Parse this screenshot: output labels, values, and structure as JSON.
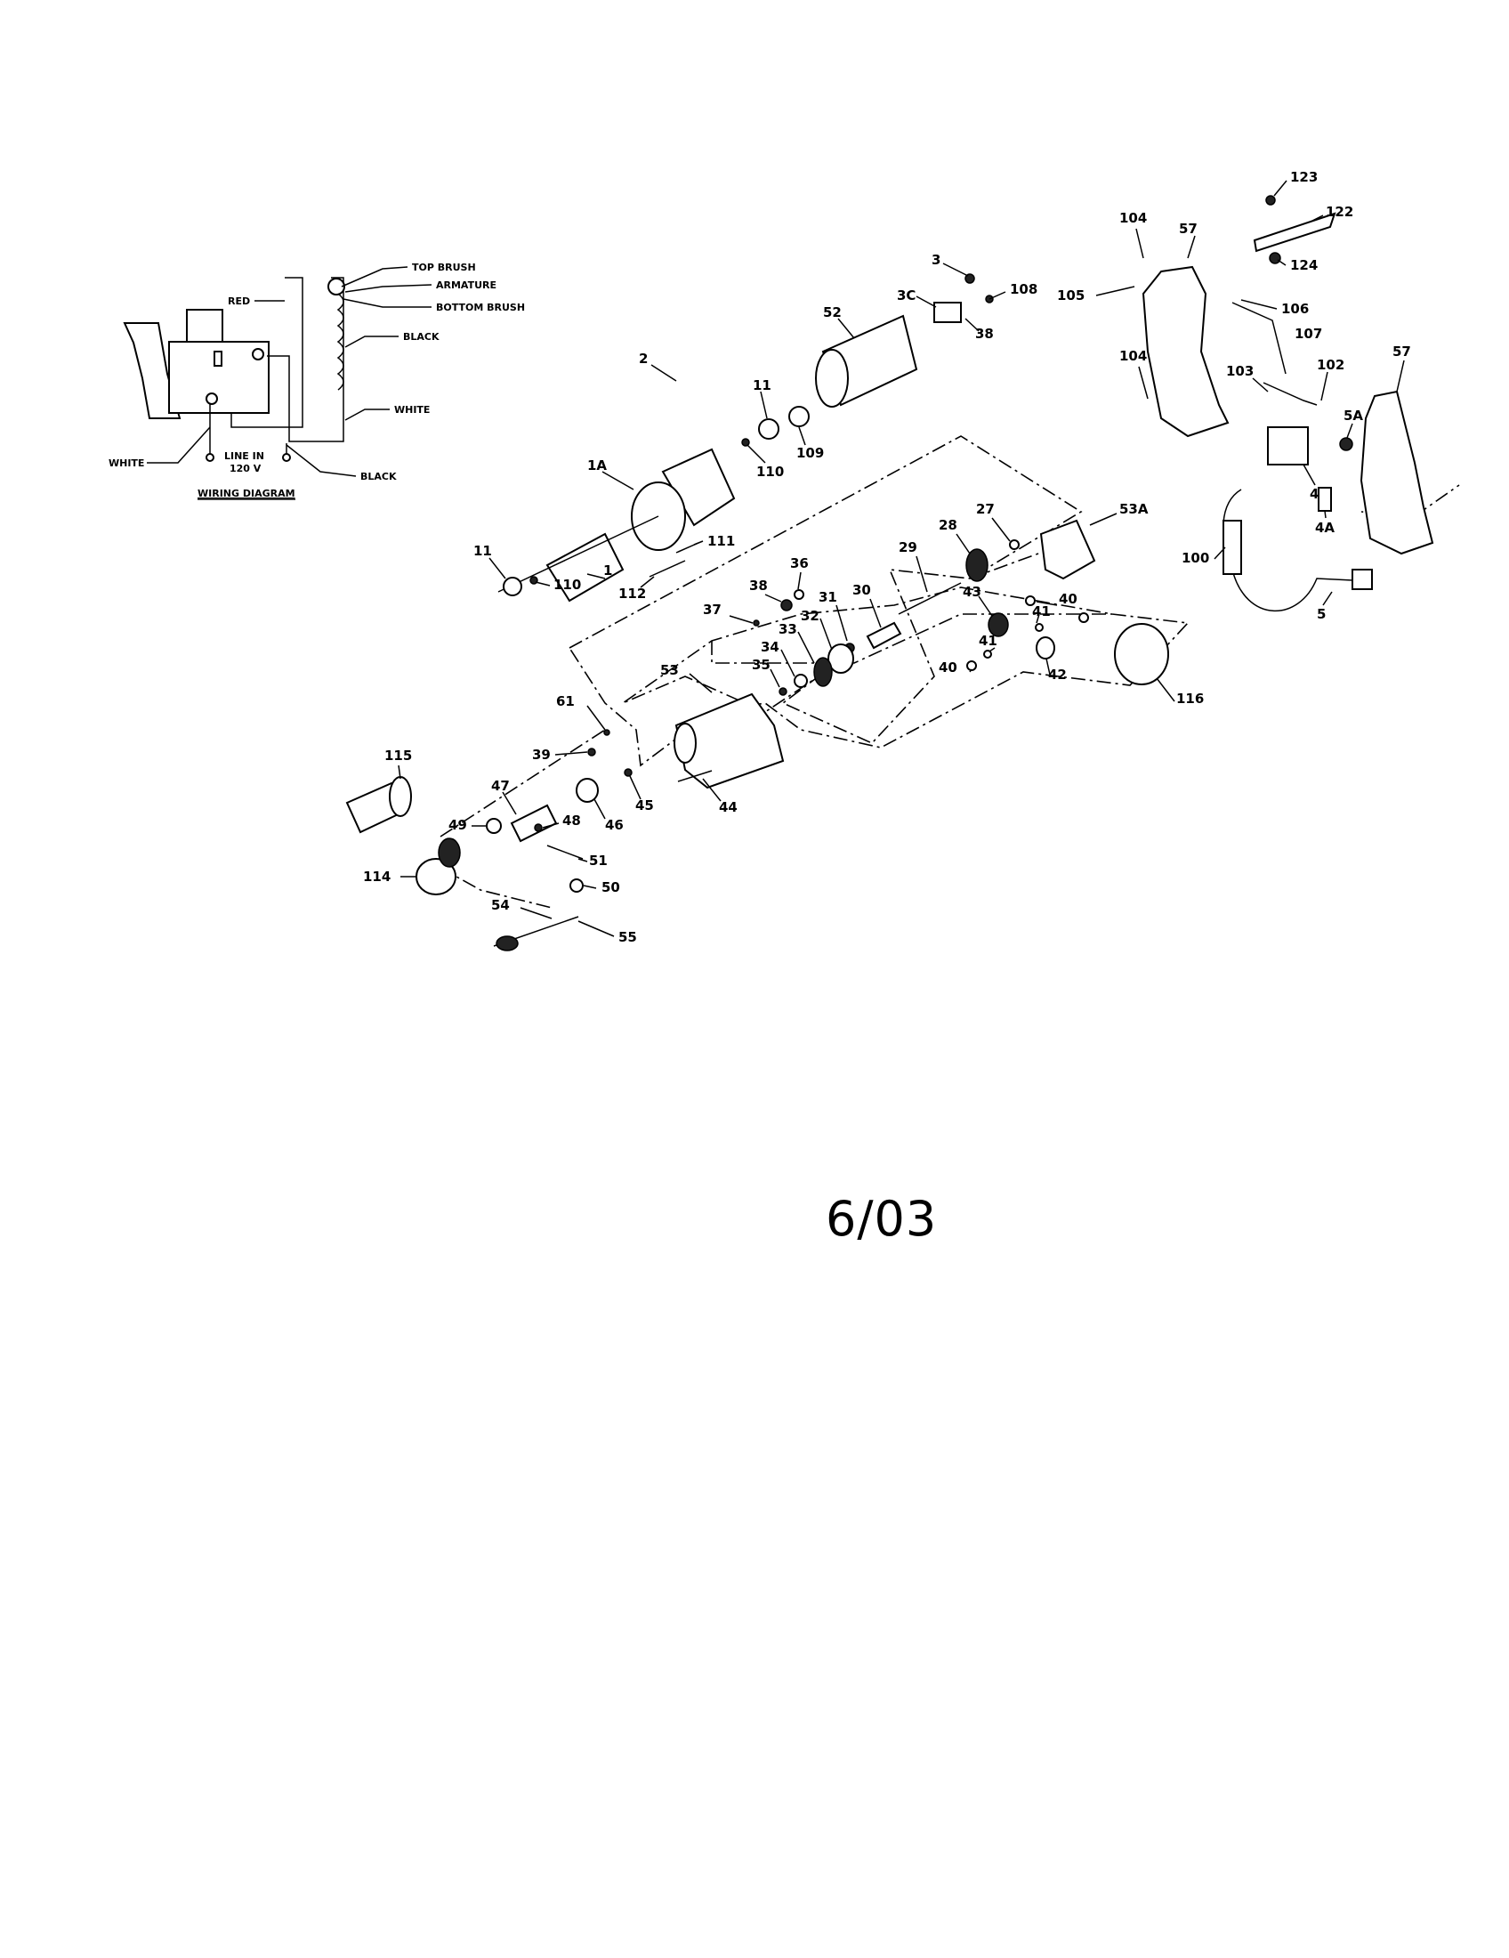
{
  "wiring": {
    "title": "WIRING DIAGRAM",
    "labels": {
      "top_brush": "TOP BRUSH",
      "armature": "ARMATURE",
      "bottom_brush": "BOTTOM BRUSH",
      "red": "RED",
      "black_top": "BLACK",
      "white_right": "WHITE",
      "white_left": "WHITE",
      "black_bottom": "BLACK",
      "line_in": "LINE IN",
      "voltage": "120 V"
    }
  },
  "parts": {
    "p123": "123",
    "p122": "122",
    "p124": "124",
    "p104a": "104",
    "p57a": "57",
    "p105": "105",
    "p106": "106",
    "p107": "107",
    "p104b": "104",
    "p103": "103",
    "p102": "102",
    "p57b": "57",
    "p5A": "5A",
    "p4": "4",
    "p4A": "4A",
    "p100": "100",
    "p5": "5",
    "p3": "3",
    "p3C": "3C",
    "p108": "108",
    "p38a": "38",
    "p52": "52",
    "p11a": "11",
    "p109": "109",
    "p110a": "110",
    "p2": "2",
    "p1A": "1A",
    "p111": "111",
    "p1": "1",
    "p11b": "11",
    "p110b": "110",
    "p112": "112",
    "p53A": "53A",
    "p27": "27",
    "p28": "28",
    "p29": "29",
    "p30": "30",
    "p31": "31",
    "p36": "36",
    "p38b": "38",
    "p37": "37",
    "p32": "32",
    "p33": "33",
    "p34": "34",
    "p35": "35",
    "p43": "43",
    "p40a": "40",
    "p41a": "41",
    "p41b": "41",
    "p40b": "40",
    "p42": "42",
    "p116": "116",
    "p53": "53",
    "p61": "61",
    "p39": "39",
    "p45": "45",
    "p44": "44",
    "p46": "46",
    "p47": "47",
    "p49": "49",
    "p48": "48",
    "p51": "51",
    "p50": "50",
    "p115": "115",
    "p114": "114",
    "p54": "54",
    "p55": "55"
  },
  "footer": {
    "date": "6/03"
  }
}
